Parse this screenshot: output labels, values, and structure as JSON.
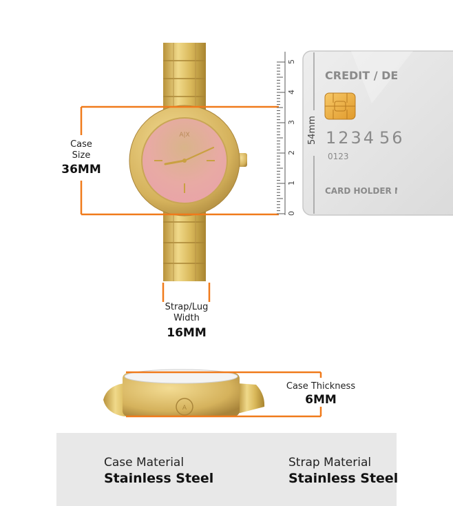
{
  "case_size": {
    "label_line1": "Case",
    "label_line2": "Size",
    "value": "36MM"
  },
  "strap_width": {
    "label_line1": "Strap/Lug",
    "label_line2": "Width",
    "value": "16MM"
  },
  "case_thickness": {
    "label": "Case Thickness",
    "value": "6MM"
  },
  "card": {
    "title": "CREDIT / DEBIT C",
    "number_a": "1234",
    "number_b": "56",
    "small_number": "0123",
    "holder": "CARD HOLDER NAME",
    "height_label": "54mm"
  },
  "ruler": {
    "ticks": [
      "5",
      "4",
      "3",
      "2",
      "1",
      "0"
    ]
  },
  "details": {
    "case_material_label": "Case Material",
    "case_material_value": "Stainless Steel",
    "strap_material_label": "Strap Material",
    "strap_material_value": "Stainless Steel"
  },
  "colors": {
    "accent": "#f07a1a",
    "gold": "#d4b25a",
    "dial": "#e7b3a4",
    "panel": "#e8e8e8"
  },
  "icons": [
    "watch-case-icon",
    "strap-icon",
    "chip-icon",
    "ax-logo-icon"
  ]
}
